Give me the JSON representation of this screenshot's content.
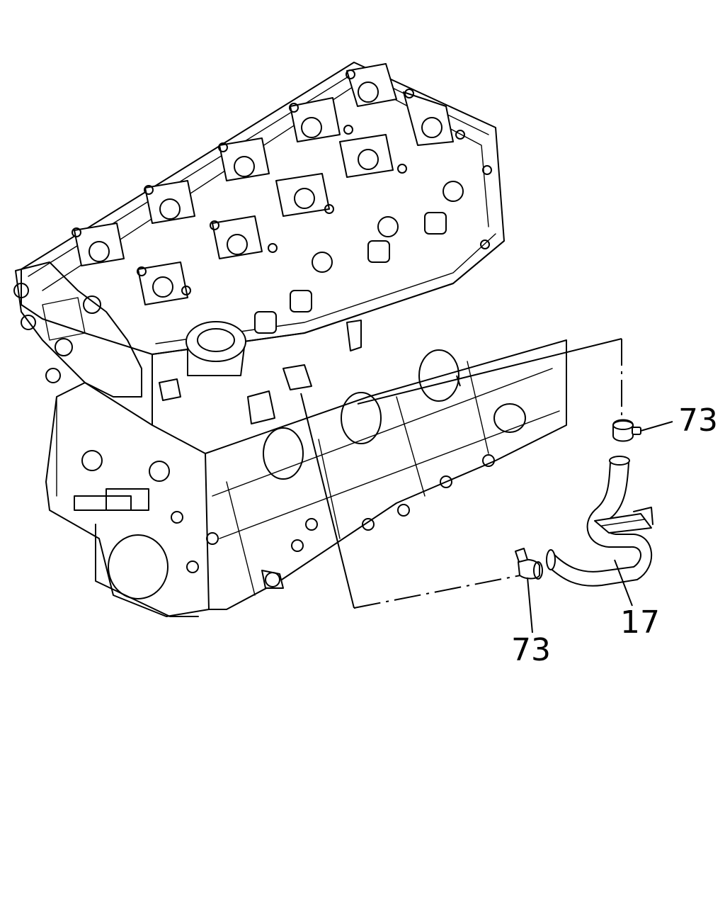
{
  "callouts": {
    "clamp_upper": "73",
    "clamp_lower": "73",
    "hose": "17"
  }
}
